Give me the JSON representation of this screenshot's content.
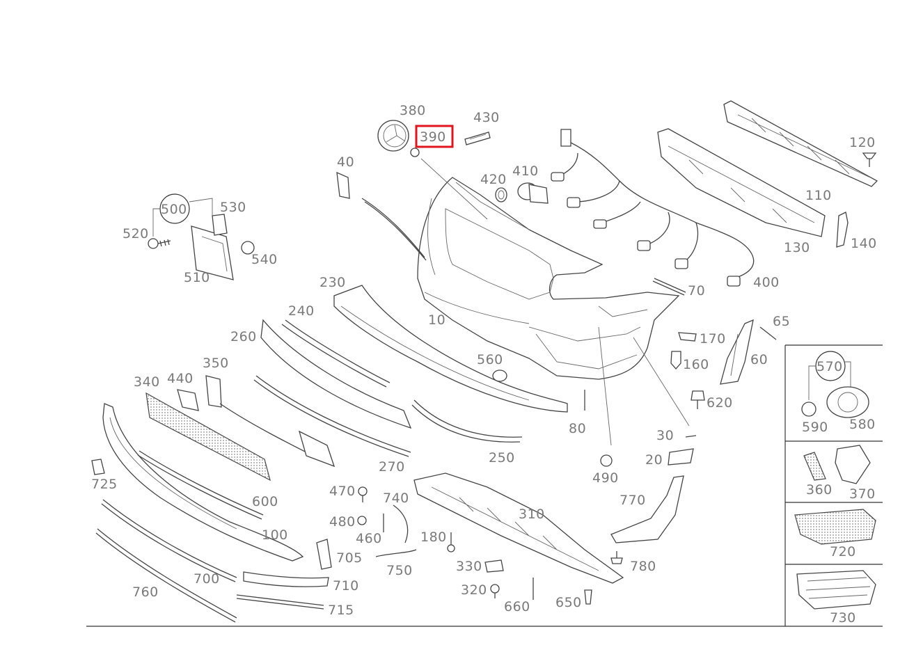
{
  "diagram": {
    "highlighted_callout": "390",
    "highlight_color": "#e0141e",
    "callouts": {
      "c10": "10",
      "c20": "20",
      "c30": "30",
      "c40": "40",
      "c60": "60",
      "c65": "65",
      "c70": "70",
      "c80": "80",
      "c100": "100",
      "c110": "110",
      "c120": "120",
      "c130": "130",
      "c140": "140",
      "c160": "160",
      "c170": "170",
      "c180": "180",
      "c230": "230",
      "c240": "240",
      "c250": "250",
      "c260": "260",
      "c270": "270",
      "c310": "310",
      "c320": "320",
      "c330": "330",
      "c340": "340",
      "c350": "350",
      "c360": "360",
      "c370": "370",
      "c380": "380",
      "c390": "390",
      "c400": "400",
      "c410": "410",
      "c420": "420",
      "c430": "430",
      "c440": "440",
      "c460": "460",
      "c470": "470",
      "c480": "480",
      "c490": "490",
      "c500": "500",
      "c510": "510",
      "c520": "520",
      "c530": "530",
      "c540": "540",
      "c560": "560",
      "c570": "570",
      "c580": "580",
      "c590": "590",
      "c600": "600",
      "c620": "620",
      "c650": "650",
      "c660": "660",
      "c700": "700",
      "c705": "705",
      "c710": "710",
      "c715": "715",
      "c720": "720",
      "c725": "725",
      "c730": "730",
      "c740": "740",
      "c750": "750",
      "c760": "760",
      "c770": "770",
      "c780": "780"
    }
  }
}
